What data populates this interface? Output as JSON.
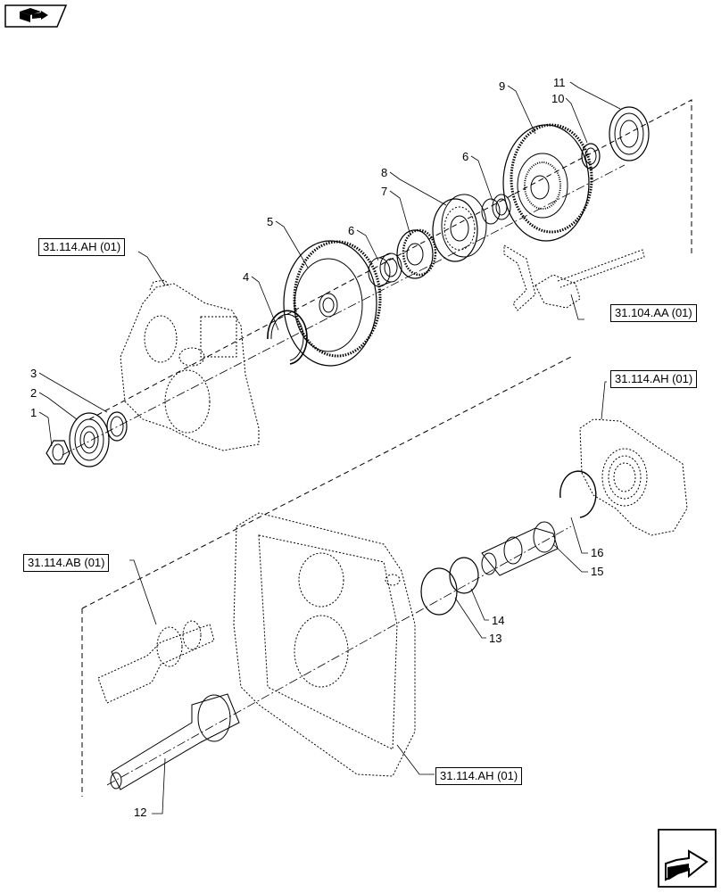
{
  "diagram": {
    "part_numbers": [
      "1",
      "2",
      "3",
      "4",
      "5",
      "6",
      "7",
      "8",
      "6",
      "9",
      "10",
      "11",
      "12",
      "13",
      "14",
      "15",
      "16"
    ],
    "references": [
      {
        "id": "ref-top-left",
        "label": "31.114.AH (01)"
      },
      {
        "id": "ref-fork",
        "label": "31.104.AA (01)"
      },
      {
        "id": "ref-right",
        "label": "31.114.AH (01)"
      },
      {
        "id": "ref-shaft",
        "label": "31.114.AB (01)"
      },
      {
        "id": "ref-housing",
        "label": "31.114.AH (01)"
      }
    ]
  },
  "icons": {
    "top_left": "book-arrow-icon",
    "bottom_right": "next-page-arrow-icon"
  }
}
